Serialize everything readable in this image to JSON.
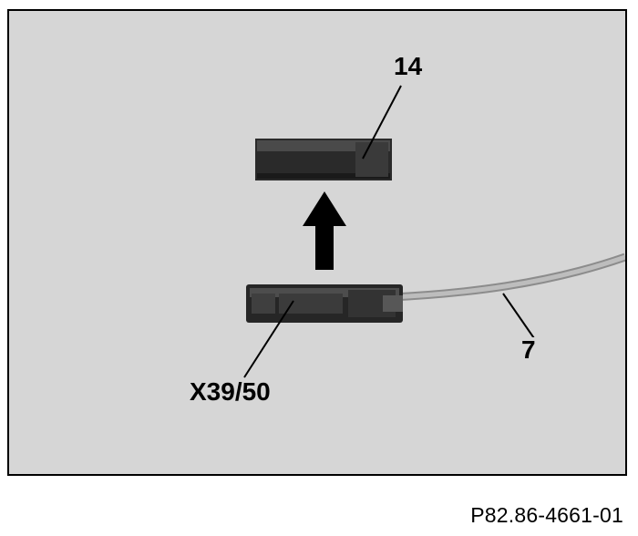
{
  "figure": {
    "callouts": {
      "cover_label": "14",
      "cable_label": "7",
      "connector_label": "X39/50"
    },
    "code": "P82.86-4661-01"
  },
  "colors": {
    "background": "#d6d6d6",
    "component": "#2b2b2b",
    "cable": "#a8a8a8"
  }
}
